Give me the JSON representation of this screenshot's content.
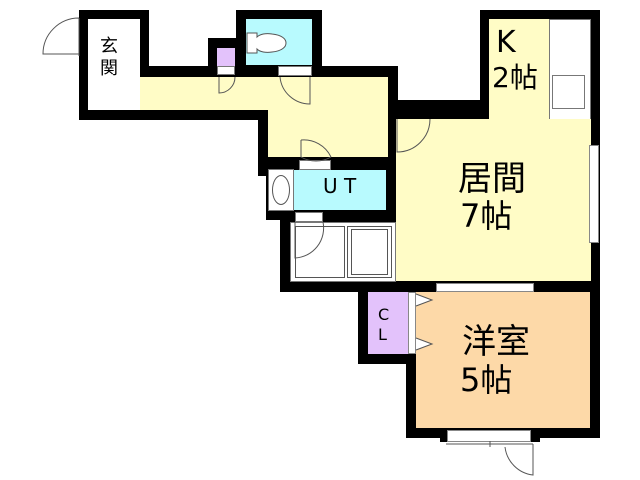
{
  "floorplan": {
    "rooms": {
      "entrance": {
        "label": "玄\n関"
      },
      "kitchen": {
        "label_top": "K",
        "label_size": "2帖"
      },
      "living": {
        "label_top": "居間",
        "label_size": "7帖"
      },
      "utility": {
        "label": "U T"
      },
      "bedroom": {
        "label_top": "洋室",
        "label_size": "5帖"
      },
      "closet": {
        "label": "C\nL"
      }
    },
    "colors": {
      "wall": "#000000",
      "corridor_living_kitchen": "#fffcc6",
      "toilet_utility": "#b8fafe",
      "storage": "#e3c2fb",
      "bedroom": "#fdd9a8"
    }
  }
}
